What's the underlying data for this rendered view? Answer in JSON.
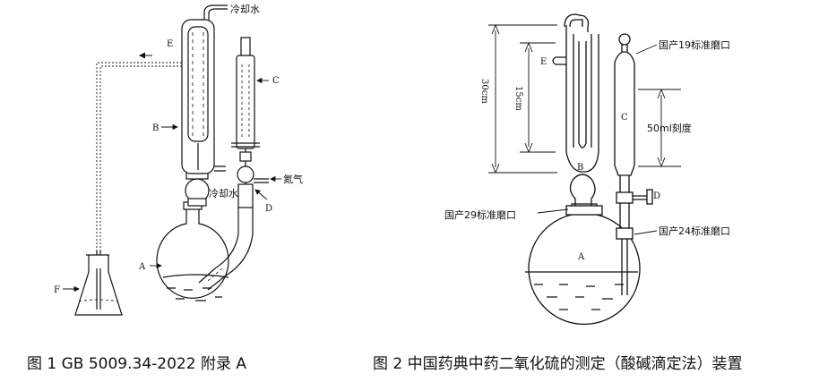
{
  "figure1": {
    "caption": "图 1 GB 5009.34-2022 附录 A",
    "labels": {
      "cooling_water_top": "冷却水",
      "cooling_water_bottom": "冷却水",
      "nitrogen": "氮气",
      "A": "A",
      "B": "B",
      "C": "C",
      "D": "D",
      "E": "E",
      "F": "F"
    }
  },
  "figure2": {
    "caption": "图 2 中国药典中药二氧化硫的测定（酸碱滴定法）装置",
    "labels": {
      "joint_19": "国产19标准磨口",
      "joint_29": "国产29标准磨口",
      "joint_24": "国产24标准磨口",
      "graduation": "50ml刻度",
      "height_30": "30cm",
      "height_15": "15cm",
      "A": "A",
      "B": "B",
      "C": "C",
      "D": "D",
      "E": "E"
    }
  }
}
